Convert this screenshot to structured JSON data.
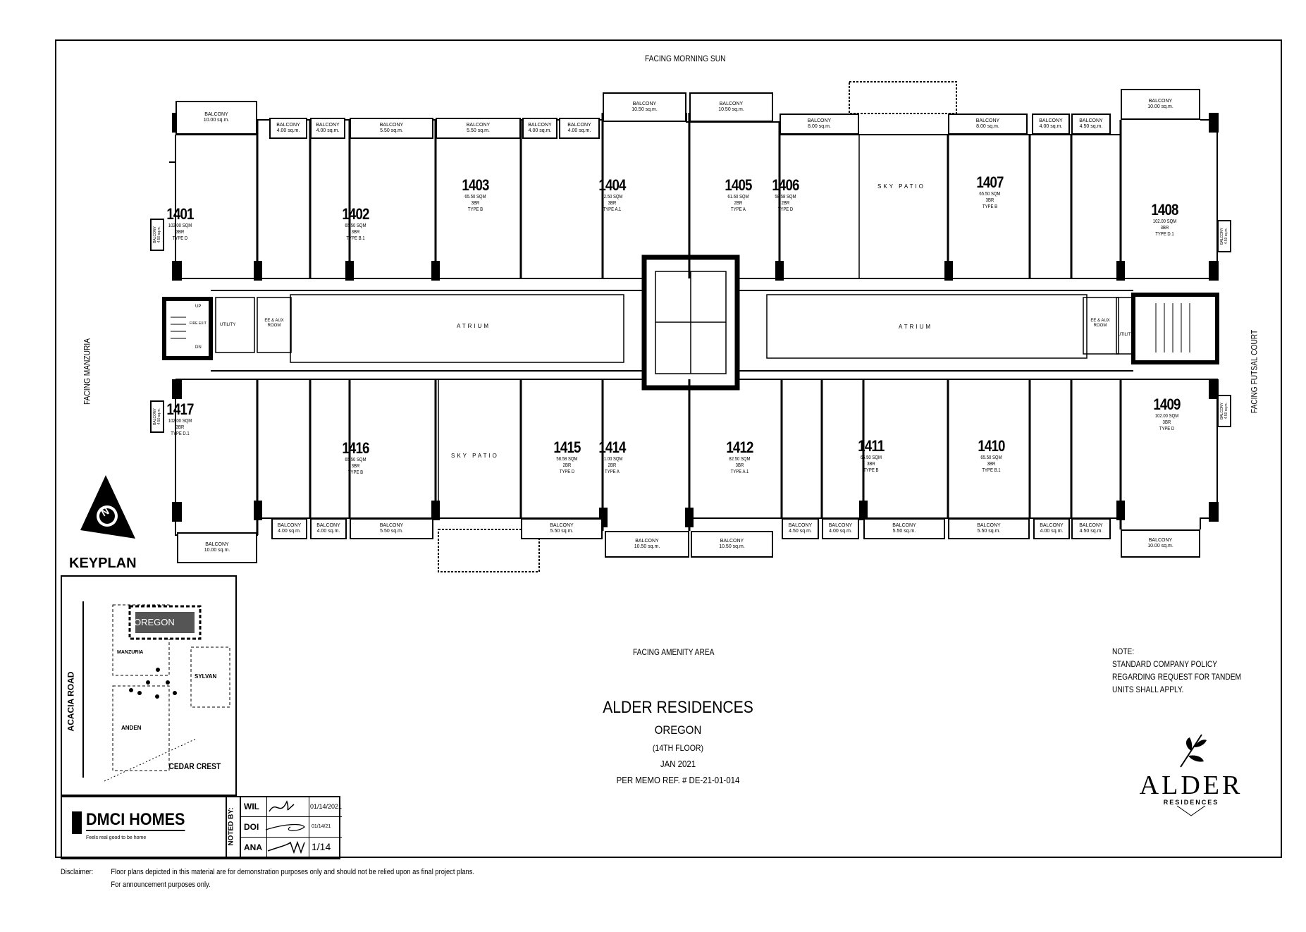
{
  "facing": {
    "top": "FACING MORNING SUN",
    "bottom": "FACING AMENITY AREA",
    "left": "FACING MANZURIA",
    "right": "FACING FUTSAL COURT"
  },
  "units": [
    {
      "no": "1401",
      "area": "102.00 SQM",
      "br": "3BR",
      "type": "TYPE D"
    },
    {
      "no": "1402",
      "area": "65.50 SQM",
      "br": "3BR",
      "type": "TYPE B.1"
    },
    {
      "no": "1403",
      "area": "65.50 SQM",
      "br": "3BR",
      "type": "TYPE B"
    },
    {
      "no": "1404",
      "area": "82.50 SQM",
      "br": "3BR",
      "type": "TYPE A.1"
    },
    {
      "no": "1405",
      "area": "61.60 SQM",
      "br": "2BR",
      "type": "TYPE A"
    },
    {
      "no": "1406",
      "area": "58.58 SQM",
      "br": "2BR",
      "type": "TYPE D"
    },
    {
      "no": "1407",
      "area": "65.50 SQM",
      "br": "3BR",
      "type": "TYPE B"
    },
    {
      "no": "1408",
      "area": "102.00 SQM",
      "br": "3BR",
      "type": "TYPE D.1"
    },
    {
      "no": "1409",
      "area": "102.00 SQM",
      "br": "3BR",
      "type": "TYPE D"
    },
    {
      "no": "1410",
      "area": "65.50 SQM",
      "br": "3BR",
      "type": "TYPE B.1"
    },
    {
      "no": "1411",
      "area": "65.50 SQM",
      "br": "3BR",
      "type": "TYPE B"
    },
    {
      "no": "1412",
      "area": "82.50 SQM",
      "br": "3BR",
      "type": "TYPE A.1"
    },
    {
      "no": "1414",
      "area": "61.00 SQM",
      "br": "2BR",
      "type": "TYPE A"
    },
    {
      "no": "1415",
      "area": "58.58 SQM",
      "br": "2BR",
      "type": "TYPE D"
    },
    {
      "no": "1416",
      "area": "65.50 SQM",
      "br": "3BR",
      "type": "TYPE B"
    },
    {
      "no": "1417",
      "area": "102.00 SQM",
      "br": "3BR",
      "type": "TYPE D.1"
    }
  ],
  "balconies_top": [
    {
      "label": "BALCONY",
      "area": "10.00 sq.m."
    },
    {
      "label": "BALCONY",
      "area": "4.00 sq.m."
    },
    {
      "label": "BALCONY",
      "area": "4.00 sq.m."
    },
    {
      "label": "BALCONY",
      "area": "5.50 sq.m."
    },
    {
      "label": "BALCONY",
      "area": "5.50 sq.m."
    },
    {
      "label": "BALCONY",
      "area": "4.00 sq.m."
    },
    {
      "label": "BALCONY",
      "area": "4.00 sq.m."
    },
    {
      "label": "BALCONY",
      "area": "10.50 sq.m."
    },
    {
      "label": "BALCONY",
      "area": "10.50 sq.m."
    },
    {
      "label": "BALCONY",
      "area": "8.00 sq.m."
    },
    {
      "label": "BALCONY",
      "area": "8.00 sq.m."
    },
    {
      "label": "BALCONY",
      "area": "4.00 sq.m."
    },
    {
      "label": "BALCONY",
      "area": "4.50 sq.m."
    },
    {
      "label": "BALCONY",
      "area": "10.00 sq.m."
    }
  ],
  "balconies_bottom": [
    {
      "label": "BALCONY",
      "area": "10.00 sq.m."
    },
    {
      "label": "BALCONY",
      "area": "4.00 sq.m."
    },
    {
      "label": "BALCONY",
      "area": "4.00 sq.m."
    },
    {
      "label": "BALCONY",
      "area": "5.50 sq.m."
    },
    {
      "label": "BALCONY",
      "area": "5.50 sq.m."
    },
    {
      "label": "BALCONY",
      "area": "10.50 sq.m."
    },
    {
      "label": "BALCONY",
      "area": "10.50 sq.m."
    },
    {
      "label": "BALCONY",
      "area": "4.50 sq.m."
    },
    {
      "label": "BALCONY",
      "area": "4.00 sq.m."
    },
    {
      "label": "BALCONY",
      "area": "5.50 sq.m."
    },
    {
      "label": "BALCONY",
      "area": "5.50 sq.m."
    },
    {
      "label": "BALCONY",
      "area": "4.00 sq.m."
    },
    {
      "label": "BALCONY",
      "area": "4.50 sq.m."
    },
    {
      "label": "BALCONY",
      "area": "10.00 sq.m."
    }
  ],
  "balconies_side": [
    {
      "label": "BALCONY",
      "area": "4.50 sq.m."
    },
    {
      "label": "BALCONY",
      "area": "4.50 sq.m."
    },
    {
      "label": "BALCONY",
      "area": "4.50 sq.m."
    },
    {
      "label": "BALCONY",
      "area": "4.50 sq.m."
    }
  ],
  "rooms": {
    "sky_patio": "SKY PATIO",
    "atrium": "ATRIUM",
    "utility": "UTILITY",
    "ee_aux": "EE & AUX ROOM",
    "up": "UP",
    "dn": "DN",
    "fire_exit": "FIRE EXIT"
  },
  "keyplan": {
    "label": "KEYPLAN",
    "north": "N",
    "road": "ACACIA ROAD",
    "buildings": [
      "OREGON",
      "MANZURIA",
      "SYLVAN",
      "ANDEN"
    ],
    "cedar_crest": "CEDAR CREST"
  },
  "title": {
    "project": "ALDER RESIDENCES",
    "building": "OREGON",
    "floor": "(14TH FLOOR)",
    "date": "JAN 2021",
    "memo": "PER MEMO REF. # DE-21-01-014"
  },
  "note": {
    "heading": "NOTE:",
    "lines": [
      "STANDARD COMPANY POLICY",
      "REGARDING REQUEST FOR TANDEM",
      "UNITS SHALL APPLY."
    ]
  },
  "logo": {
    "name": "ALDER",
    "sub": "RESIDENCES"
  },
  "developer": {
    "name": "DMCI HOMES",
    "tagline": "Feels real good to be home"
  },
  "noted_by": {
    "label": "NOTED BY:",
    "rows": [
      {
        "initials": "WIL",
        "date": "01/14/2021"
      },
      {
        "initials": "DOI",
        "date": "01/14/21"
      },
      {
        "initials": "ANA",
        "date": "1/14"
      }
    ]
  },
  "disclaimer": {
    "label": "Disclaimer:",
    "line1": "Floor plans depicted in this material are for demonstration purposes only and should not be relied upon as final project plans.",
    "line2": "For announcement purposes only."
  }
}
